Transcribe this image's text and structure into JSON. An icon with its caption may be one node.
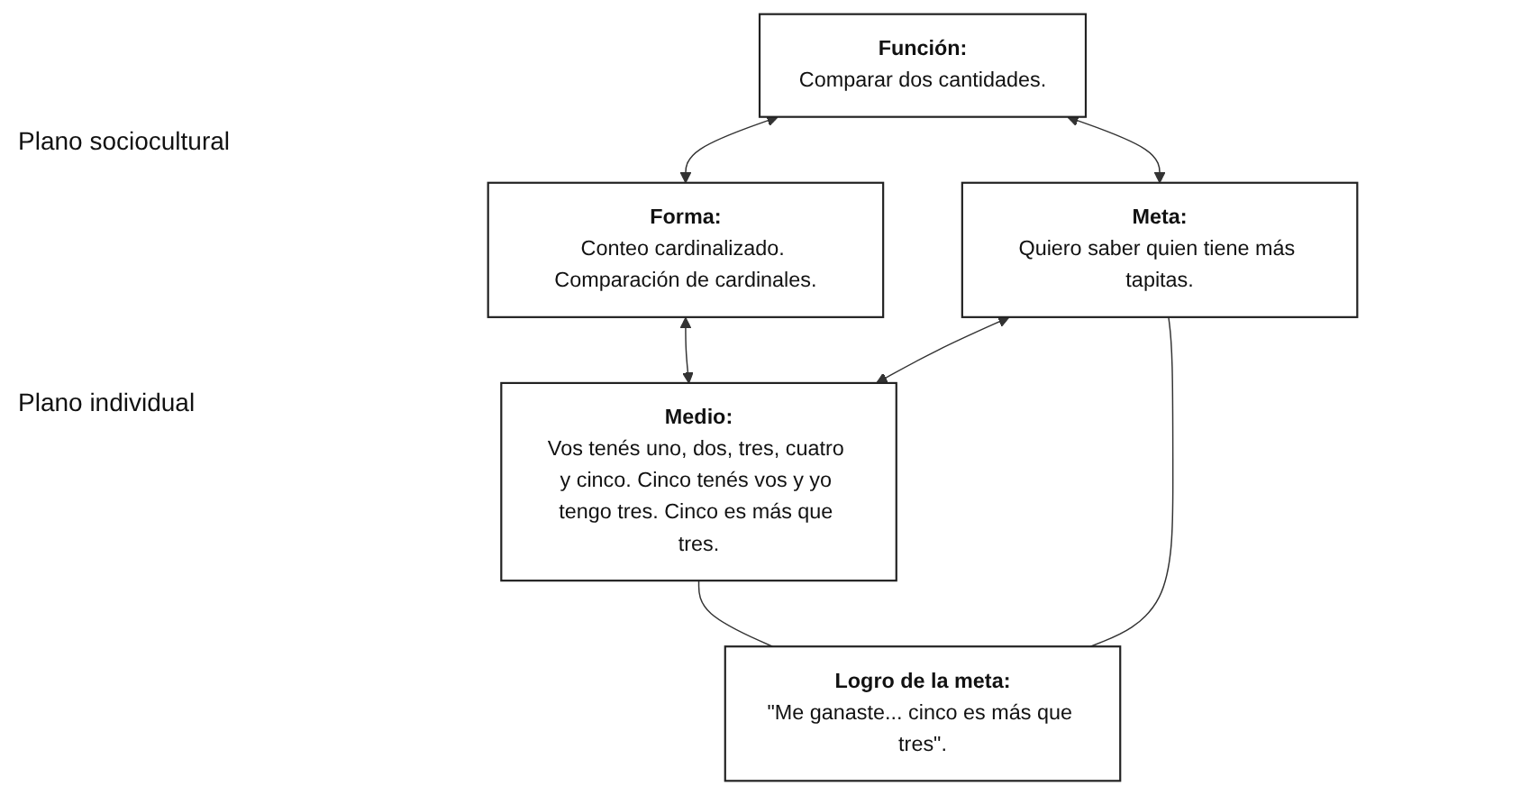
{
  "diagram": {
    "nodes": [
      {
        "text": [
          "Función:",
          "Comparar dos cantidades."
        ]
      },
      {
        "text": [
          "Forma:",
          "Conteo cardinalizado. Comparación de cardinales."
        ]
      },
      {
        "text": [
          "Meta:",
          "Quiero saber quien tiene más tapitas."
        ]
      },
      {
        "text": [
          "Medio:",
          "Vos tenés uno, dos, tres, cuatro y cinco. Cinco tenés vos y yo tengo tres. Cinco es más que tres."
        ]
      },
      {
        "text": [
          "Logro de la meta:",
          "\"Me ganaste... cinco es más que tres\"."
        ]
      }
    ],
    "edges": [
      {
        "from": 0,
        "to": 1,
        "arrow": "both"
      },
      {
        "from": 0,
        "to": 2,
        "arrow": "both"
      },
      {
        "from": 1,
        "to": 3,
        "arrow": "both"
      },
      {
        "from": 2,
        "to": 3,
        "arrow": "both"
      },
      {
        "from": 2,
        "to": 4,
        "arrow": "none"
      },
      {
        "from": 3,
        "to": 4,
        "arrow": "none"
      }
    ],
    "labels": [
      "Plano sociocultural",
      "Plano individual"
    ]
  }
}
